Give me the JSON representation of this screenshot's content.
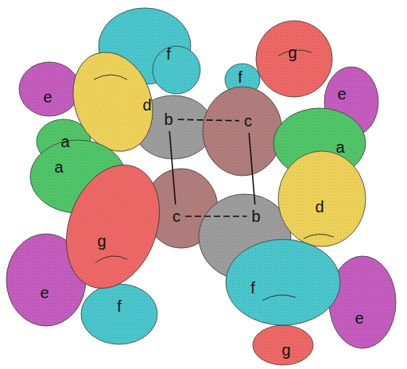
{
  "diagram": {
    "nodes": [
      {
        "text": [
          "g"
        ]
      },
      {
        "text": [
          "f"
        ]
      },
      {
        "text": [
          "f"
        ]
      },
      {
        "text": [
          "e"
        ]
      },
      {
        "text": [
          "e"
        ]
      },
      {
        "text": [
          "d"
        ]
      },
      {
        "text": [
          "b"
        ]
      },
      {
        "text": [
          "c"
        ]
      },
      {
        "text": [
          "a"
        ]
      },
      {
        "text": [
          "a"
        ]
      },
      {
        "text": [
          "a"
        ]
      },
      {
        "text": [
          "d"
        ]
      },
      {
        "text": [
          "c"
        ]
      },
      {
        "text": [
          "b"
        ]
      },
      {
        "text": [
          "g"
        ]
      },
      {
        "text": [
          "f"
        ]
      },
      {
        "text": [
          "e"
        ]
      },
      {
        "text": [
          "f"
        ]
      },
      {
        "text": [
          "e"
        ]
      },
      {
        "text": [
          "g"
        ]
      }
    ],
    "edges": [
      {
        "from": 6,
        "to": 7,
        "arrow": "none"
      },
      {
        "from": 6,
        "to": 12,
        "arrow": "none"
      },
      {
        "from": 7,
        "to": 13,
        "arrow": "none"
      },
      {
        "from": 12,
        "to": 13,
        "arrow": "none"
      }
    ]
  }
}
